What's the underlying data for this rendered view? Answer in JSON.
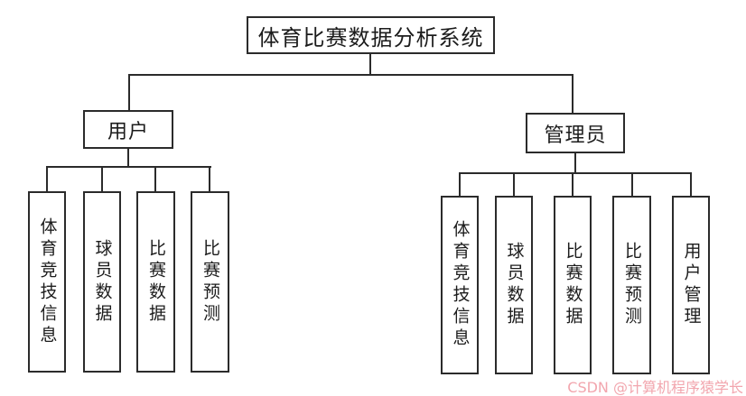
{
  "diagram": {
    "root": "体育比赛数据分析系统",
    "branches": [
      {
        "label": "用户",
        "children": [
          "体育竞技信息",
          "球员数据",
          "比赛数据",
          "比赛预测"
        ]
      },
      {
        "label": "管理员",
        "children": [
          "体育竞技信息",
          "球员数据",
          "比赛数据",
          "比赛预测",
          "用户管理"
        ]
      }
    ],
    "line_color": "#2b2b2b",
    "background_color": "#ffffff",
    "text_color": "#1c1c1c"
  },
  "watermark": {
    "text": "CSDN @计算机程序猿学长",
    "color": "#f2a6ae"
  }
}
